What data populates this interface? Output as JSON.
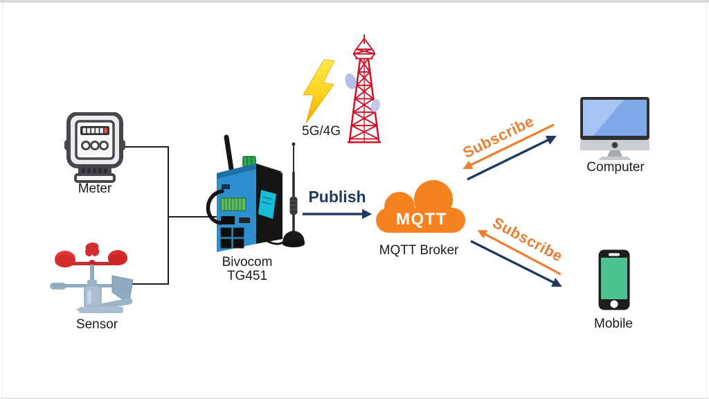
{
  "title": "MQTT IoT architecture diagram",
  "nodes": {
    "meter": {
      "label": "Meter",
      "icon": "electric-meter-icon"
    },
    "sensor": {
      "label": "Sensor",
      "icon": "wind-sensor-icon"
    },
    "router": {
      "label_line1": "Bivocom",
      "label_line2": "TG451",
      "icon": "cellular-router-icon"
    },
    "cellular": {
      "label": "5G/4G",
      "icons": [
        "lightning-bolt-icon",
        "cell-tower-icon"
      ]
    },
    "broker": {
      "cloud_text": "MQTT",
      "label": "MQTT Broker",
      "icon": "mqtt-cloud-icon"
    },
    "computer": {
      "label": "Computer",
      "icon": "desktop-computer-icon"
    },
    "mobile": {
      "label": "Mobile",
      "icon": "smartphone-icon"
    }
  },
  "edges": {
    "publish": {
      "label": "Publish",
      "direction": "router-to-broker"
    },
    "subscribe_computer": {
      "label": "Subscribe",
      "direction": "computer-to-broker"
    },
    "subscribe_mobile": {
      "label": "Subscribe",
      "direction": "mobile-to-broker"
    }
  },
  "colors": {
    "navy": "#1F3864",
    "orange": "#ED7D31",
    "cloud_orange": "#F6821F",
    "tower_red": "#CE1126",
    "lightning_yellow": "#FFD23B",
    "connector_black": "#1B1B1B",
    "label_text": "#1C1C1C",
    "mobile_green": "#4FC38F",
    "screen_blue": "#7FA9E8"
  }
}
